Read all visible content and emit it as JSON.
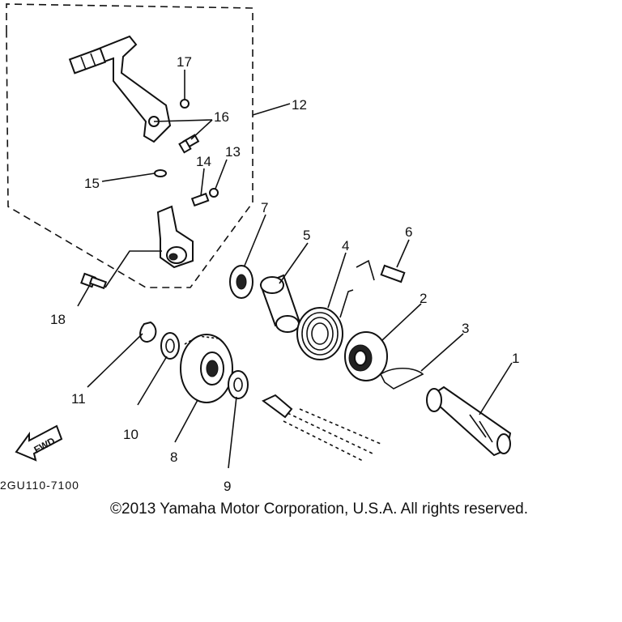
{
  "callouts": [
    "1",
    "2",
    "3",
    "4",
    "5",
    "6",
    "7",
    "8",
    "9",
    "10",
    "11",
    "12",
    "13",
    "14",
    "15",
    "16",
    "17",
    "18"
  ],
  "fwd_label": "FWD",
  "diagram_code": "2GU110-7100",
  "copyright": "©2013 Yamaha Motor Corporation, U.S.A. All rights reserved."
}
